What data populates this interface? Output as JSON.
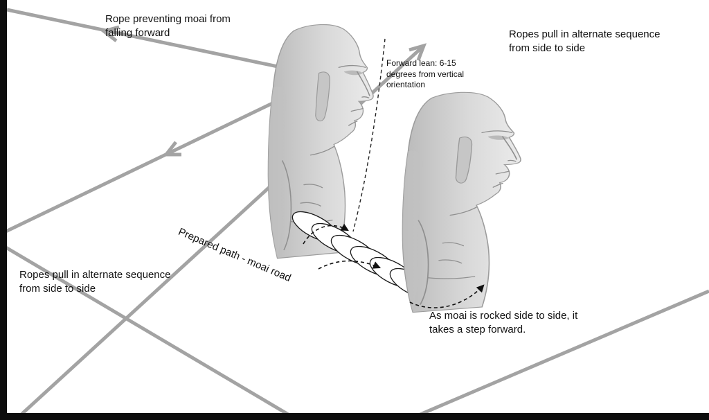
{
  "diagram": {
    "labels": {
      "rope_preventing": "Rope preventing moai from\nfalling forward",
      "ropes_right": "Ropes pull in alternate sequence\nfrom side to side",
      "forward_lean": "Forward lean: 6-15\ndegrees from vertical\norientation",
      "prepared_path": "Prepared path - moai road",
      "ropes_left": "Ropes pull in alternate sequence\nfrom side to side",
      "step_forward": "As moai is rocked side to side, it\ntakes a step forward."
    },
    "colors": {
      "rope": "#a3a3a3",
      "text": "#111111",
      "frame": "#0d0d0d",
      "background": "#ffffff",
      "moai_light": "#e6e6e6",
      "moai_dark": "#b5b5b5"
    }
  }
}
